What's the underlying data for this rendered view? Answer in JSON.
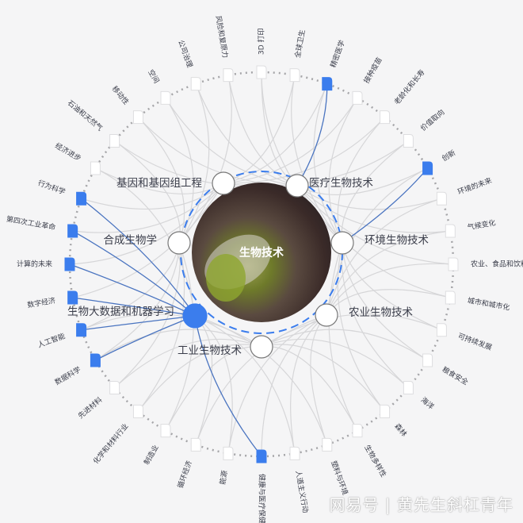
{
  "center": {
    "title": "生物技术"
  },
  "colors": {
    "accent": "#3b7ded",
    "link": "#d6d6d8",
    "ring": "#a5a5a8"
  },
  "outer_nodes": [
    {
      "label": "3D 打印",
      "highlighted": false
    },
    {
      "label": "全球卫生",
      "highlighted": false
    },
    {
      "label": "精密医学",
      "highlighted": true
    },
    {
      "label": "接种疫苗",
      "highlighted": false
    },
    {
      "label": "老龄化和长寿",
      "highlighted": false
    },
    {
      "label": "价值取向",
      "highlighted": false
    },
    {
      "label": "创新",
      "highlighted": true
    },
    {
      "label": "环境的未来",
      "highlighted": false
    },
    {
      "label": "气候变化",
      "highlighted": false
    },
    {
      "label": "农业、食品和饮料",
      "highlighted": false
    },
    {
      "label": "城市和城市化",
      "highlighted": false
    },
    {
      "label": "可持续发展",
      "highlighted": false
    },
    {
      "label": "粮食安全",
      "highlighted": false
    },
    {
      "label": "海洋",
      "highlighted": false
    },
    {
      "label": "森林",
      "highlighted": false
    },
    {
      "label": "生物多样性",
      "highlighted": false
    },
    {
      "label": "塑料与环境",
      "highlighted": false
    },
    {
      "label": "人道主义行动",
      "highlighted": false
    },
    {
      "label": "健康与医疗保健",
      "highlighted": true
    },
    {
      "label": "能源",
      "highlighted": false
    },
    {
      "label": "循环经济",
      "highlighted": false
    },
    {
      "label": "制造业",
      "highlighted": false
    },
    {
      "label": "化学和材料行业",
      "highlighted": false
    },
    {
      "label": "先进材料",
      "highlighted": false
    },
    {
      "label": "数据科学",
      "highlighted": true
    },
    {
      "label": "人工智能",
      "highlighted": true
    },
    {
      "label": "数字经济",
      "highlighted": true
    },
    {
      "label": "计算的未来",
      "highlighted": true
    },
    {
      "label": "第四次工业革命",
      "highlighted": true
    },
    {
      "label": "行为科学",
      "highlighted": true
    },
    {
      "label": "经济进步",
      "highlighted": false
    },
    {
      "label": "石油和天然气",
      "highlighted": false
    },
    {
      "label": "移动性",
      "highlighted": false
    },
    {
      "label": "空间",
      "highlighted": false
    },
    {
      "label": "公司治理",
      "highlighted": false
    },
    {
      "label": "风险和复原力",
      "highlighted": false
    }
  ],
  "inner_nodes": [
    {
      "label": "基因和基因组工程",
      "highlighted": false
    },
    {
      "label": "医疗生物技术",
      "highlighted": false
    },
    {
      "label": "环境生物技术",
      "highlighted": false
    },
    {
      "label": "农业生物技术",
      "highlighted": false
    },
    {
      "label": "工业生物技术",
      "highlighted": false
    },
    {
      "label": "生物大数据和机器学习",
      "highlighted": true
    },
    {
      "label": "合成生物学",
      "highlighted": false
    }
  ],
  "highlighted_links": [
    [
      2,
      1
    ],
    [
      6,
      2
    ],
    [
      18,
      5
    ],
    [
      24,
      5
    ],
    [
      25,
      5
    ],
    [
      26,
      5
    ],
    [
      27,
      5
    ],
    [
      28,
      5
    ],
    [
      29,
      5
    ]
  ],
  "watermark": "网易号 | 黄先生斜杠青年"
}
